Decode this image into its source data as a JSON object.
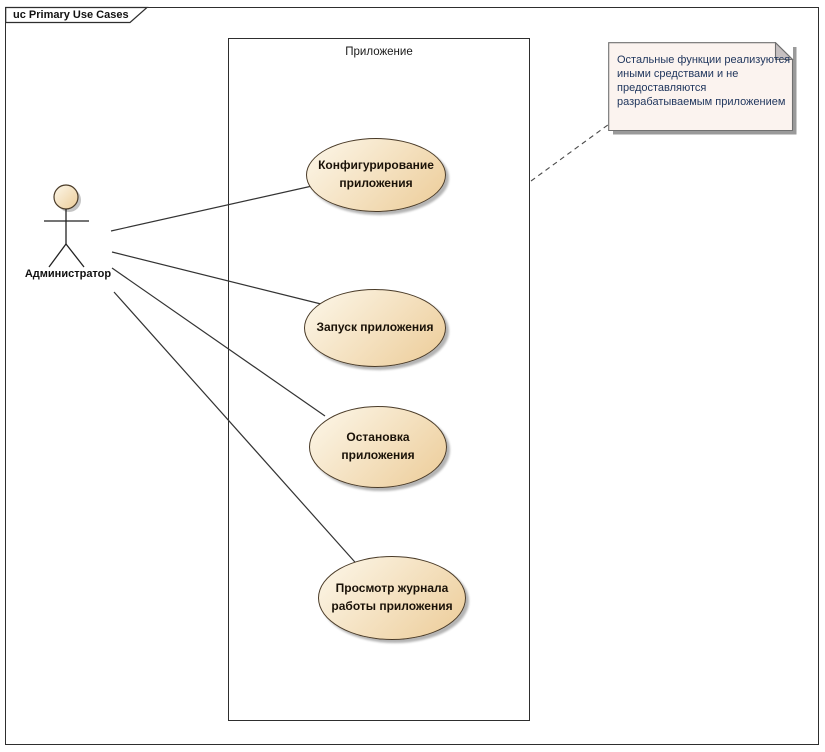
{
  "frame": {
    "title": "uc Primary Use Cases"
  },
  "system_boundary": {
    "label": "Приложение"
  },
  "actor": {
    "label": "Администратор"
  },
  "use_cases": [
    {
      "label": "Конфигурирование\nприложения"
    },
    {
      "label": "Запуск приложения"
    },
    {
      "label": "Остановка\nприложения"
    },
    {
      "label": "Просмотр журнала\nработы приложения"
    }
  ],
  "note": {
    "text": "Остальные функции реализуются\nиными средствами и не\nпредоставляются\nразрабатываемым приложением"
  },
  "colors": {
    "ellipse_light": "#FBF3E2",
    "ellipse_dark": "#EDCE9C",
    "note_fill": "#FBF3EF",
    "note_text": "#21375E",
    "line_color": "#333333",
    "frame_border": "#2E2E2E"
  }
}
